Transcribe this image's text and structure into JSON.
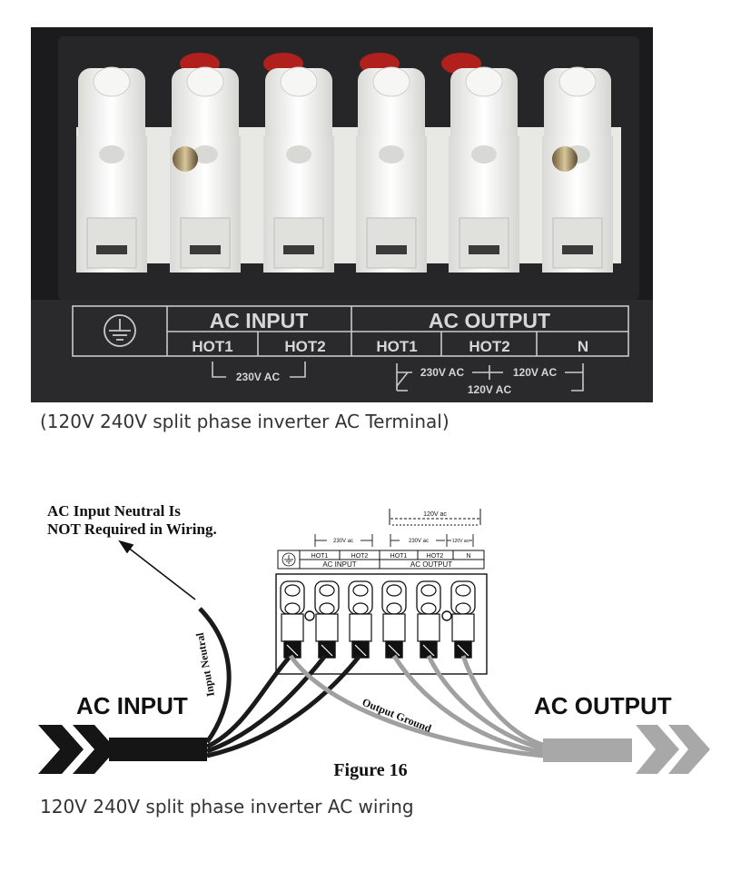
{
  "photo": {
    "panel_labels": {
      "ac_input": "AC INPUT",
      "ac_output": "AC OUTPUT",
      "terminals": [
        "HOT1",
        "HOT2",
        "HOT1",
        "HOT2",
        "N"
      ],
      "input_voltage": "230V AC",
      "output_voltage_a": "230V AC",
      "output_voltage_b": "120V AC",
      "output_voltage_c": "120V AC"
    },
    "caption": "(120V 240V split phase inverter AC Terminal)"
  },
  "diagram": {
    "note_line1": "AC Input Neutral Is",
    "note_line2": "NOT Required in Wiring.",
    "top_120": "120V ac",
    "label_230_in": "230V ac",
    "label_230_out": "230V ac",
    "label_120_small": "120V ac",
    "terminals": [
      "HOT1",
      "HOT2",
      "HOT1",
      "HOT2",
      "N"
    ],
    "ac_input_small": "AC INPUT",
    "ac_output_small": "AC OUTPUT",
    "ac_input_big": "AC INPUT",
    "ac_output_big": "AC OUTPUT",
    "input_neutral": "Input Neutral",
    "output_ground": "Output Ground",
    "figure": "Figure 16",
    "caption": "120V 240V split phase inverter AC wiring"
  },
  "colors": {
    "terminal_white": "#f2f2f0",
    "photo_bg": "#1b1b1d",
    "red_post": "#b0201c",
    "cable_black": "#1a1a1a",
    "cable_grey": "#a0a0a0"
  }
}
